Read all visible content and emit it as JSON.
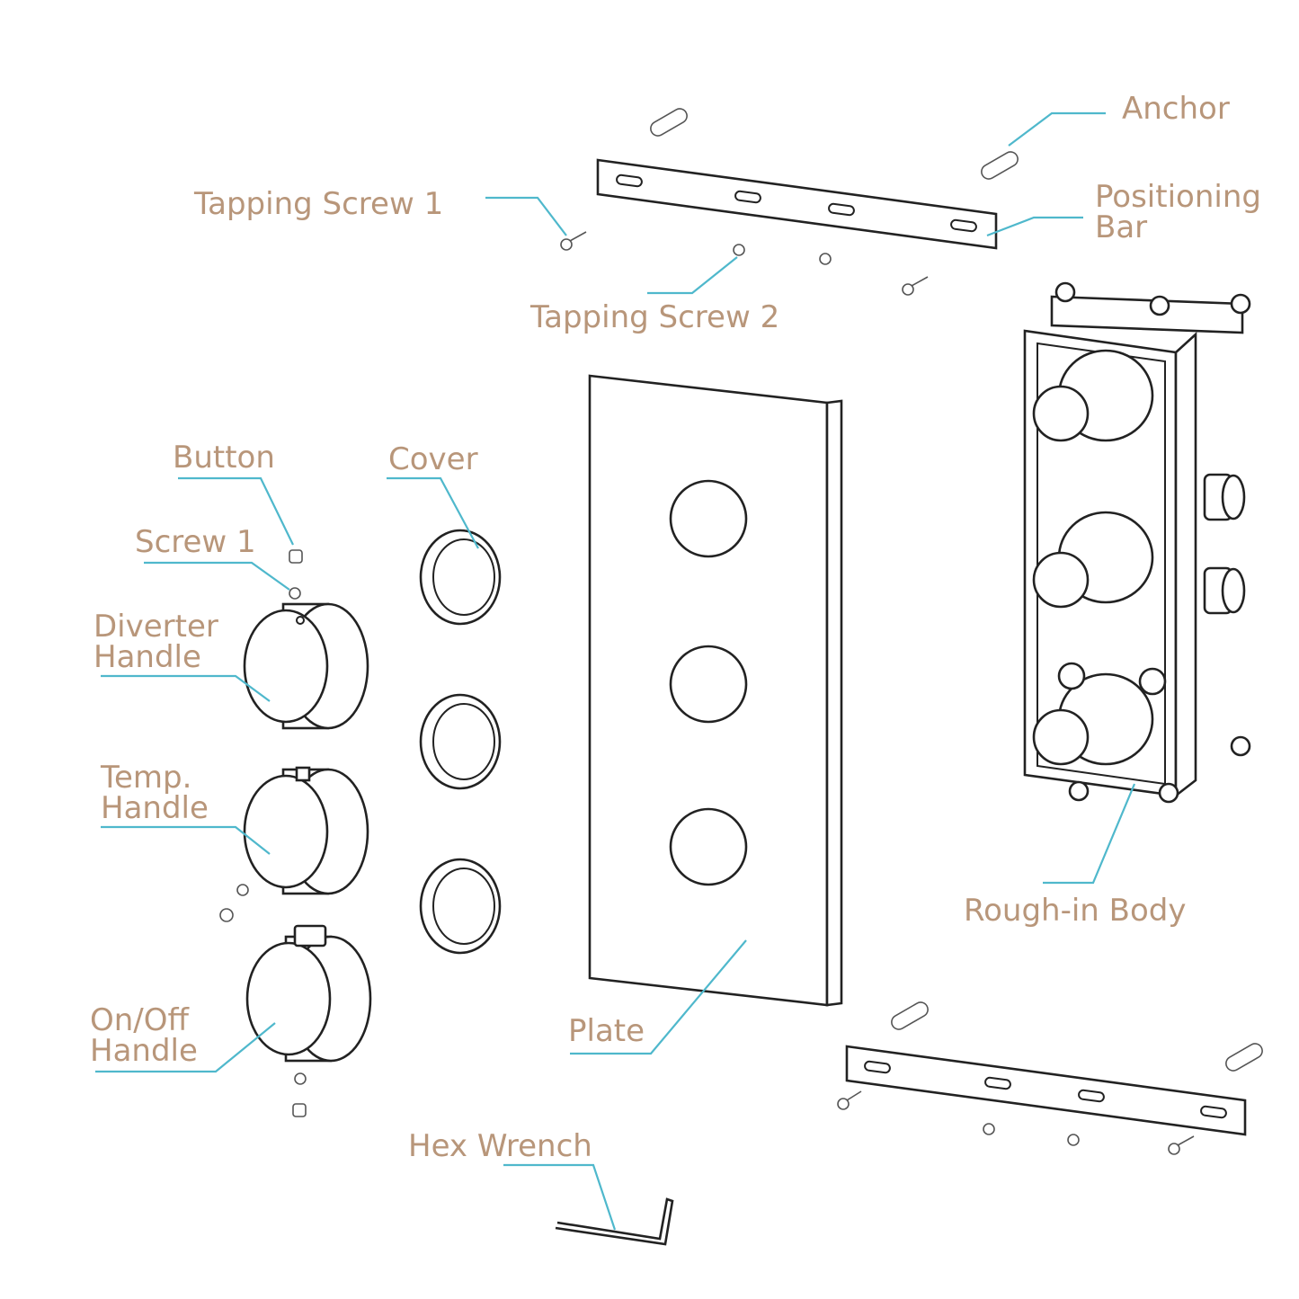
{
  "labels": {
    "anchor": "Anchor",
    "positioning_bar_line1": "Positioning",
    "positioning_bar_line2": "Bar",
    "tapping_screw_1": "Tapping Screw 1",
    "tapping_screw_2": "Tapping Screw 2",
    "button": "Button",
    "cover": "Cover",
    "screw_1": "Screw 1",
    "diverter_handle_line1": "Diverter",
    "diverter_handle_line2": "Handle",
    "temp_handle_line1": "Temp.",
    "temp_handle_line2": "Handle",
    "onoff_handle_line1": "On/Off",
    "onoff_handle_line2": "Handle",
    "plate": "Plate",
    "rough_in_body": "Rough-in Body",
    "hex_wrench": "Hex Wrench"
  },
  "colors": {
    "label": "#b8967a",
    "leader": "#4fb8cc",
    "outline": "#222222"
  }
}
